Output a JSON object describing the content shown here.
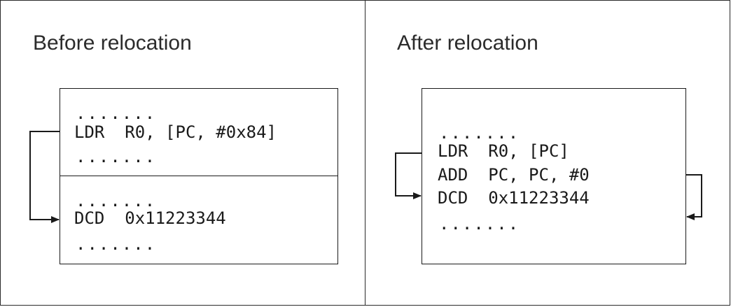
{
  "before": {
    "title": "Before relocation",
    "block1": {
      "dots_top": ".......",
      "instruction": "LDR  R0, [PC, #0x84]",
      "dots_bottom": "......."
    },
    "block2": {
      "dots_top": ".......",
      "instruction": "DCD  0x11223344",
      "dots_bottom": "......."
    }
  },
  "after": {
    "title": "After relocation",
    "dots_top": ".......",
    "line1": "LDR  R0, [PC]",
    "line2": "ADD  PC, PC, #0",
    "line3": "DCD  0x11223344",
    "dots_bottom": "......."
  },
  "colors": {
    "line": "#1a1a1a",
    "text": "#2b2b2b",
    "background": "#ffffff"
  }
}
